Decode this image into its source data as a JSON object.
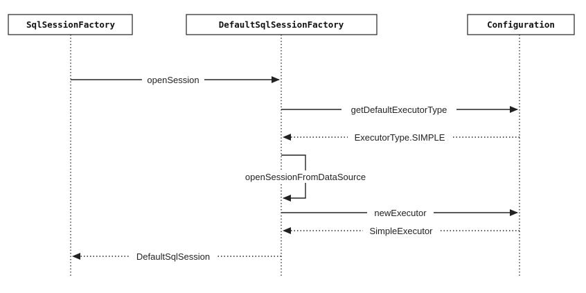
{
  "actors": [
    {
      "id": "sqlsessionfactory",
      "label": "SqlSessionFactory"
    },
    {
      "id": "defaultsqlsessionfactory",
      "label": "DefaultSqlSessionFactory"
    },
    {
      "id": "configuration",
      "label": "Configuration"
    }
  ],
  "messages": [
    {
      "id": "open-session",
      "label": "openSession",
      "from": "sqlsessionfactory",
      "to": "defaultsqlsessionfactory",
      "style": "solid"
    },
    {
      "id": "get-default-executor-type",
      "label": "getDefaultExecutorType",
      "from": "defaultsqlsessionfactory",
      "to": "configuration",
      "style": "solid"
    },
    {
      "id": "executor-type-simple",
      "label": "ExecutorType.SIMPLE",
      "from": "configuration",
      "to": "defaultsqlsessionfactory",
      "style": "dotted"
    },
    {
      "id": "open-session-from-data-source",
      "label": "openSessionFromDataSource",
      "from": "defaultsqlsessionfactory",
      "to": "defaultsqlsessionfactory",
      "style": "self"
    },
    {
      "id": "new-executor",
      "label": "newExecutor",
      "from": "defaultsqlsessionfactory",
      "to": "configuration",
      "style": "solid"
    },
    {
      "id": "simple-executor",
      "label": "SimpleExecutor",
      "from": "configuration",
      "to": "defaultsqlsessionfactory",
      "style": "dotted"
    },
    {
      "id": "default-sql-session",
      "label": "DefaultSqlSession",
      "from": "defaultsqlsessionfactory",
      "to": "sqlsessionfactory",
      "style": "dotted"
    }
  ]
}
